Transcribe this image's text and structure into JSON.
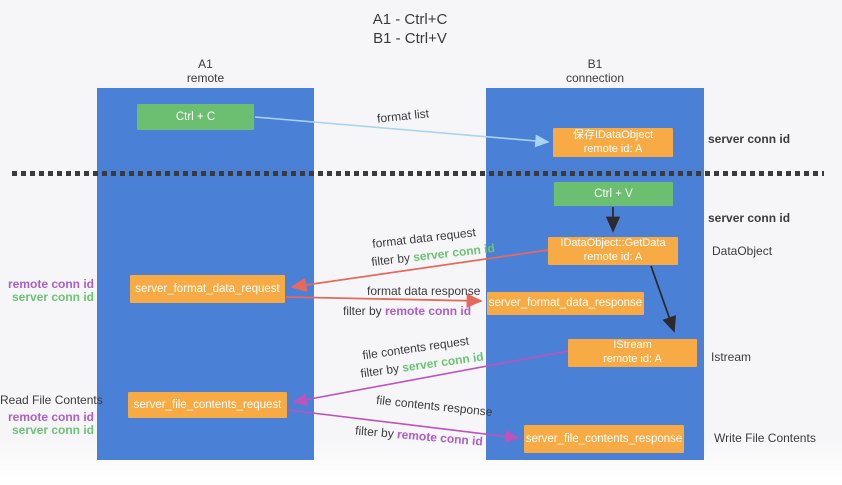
{
  "title": {
    "line1": "A1 - Ctrl+C",
    "line2": "B1 - Ctrl+V"
  },
  "columns": {
    "left": {
      "title": "A1",
      "subtitle": "remote"
    },
    "right": {
      "title": "B1",
      "subtitle": "connection"
    }
  },
  "nodes": {
    "ctrl_c": "Ctrl + C",
    "ctrl_v": "Ctrl + V",
    "save_idataobject": {
      "line1": "保存IDataObject",
      "line2": "remote id: A"
    },
    "getdata": {
      "line1": "IDataObject::GetData",
      "line2": "remote id: A"
    },
    "istream": {
      "line1": "IStream",
      "line2": "remote id: A"
    },
    "format_request": "server_format_data_request",
    "format_response": "server_format_data_response",
    "file_request": "server_file_contents_request",
    "file_response": "server_file_contents_response"
  },
  "arrow_labels": {
    "format_list": "format list",
    "format_data_request": "format data request",
    "filter_server_1": {
      "prefix": "filter by ",
      "highlight": "server conn id"
    },
    "format_data_response": "format data response",
    "filter_remote_1": {
      "prefix": "filter by ",
      "highlight": "remote conn id"
    },
    "file_contents_request": "file contents request",
    "filter_server_2": {
      "prefix": "filter by ",
      "highlight": "server conn id"
    },
    "file_contents_response": "file contents response",
    "filter_remote_2": {
      "prefix": "filter by ",
      "highlight": "remote conn id"
    }
  },
  "side_labels": {
    "left_top": {
      "line1": "remote conn id",
      "line2": "server conn id"
    },
    "read_file": "Read File Contents",
    "left_bottom": {
      "line1": "remote conn id",
      "line2": "server conn id"
    },
    "server_conn_top": "server conn id",
    "server_conn_mid": "server conn id",
    "dataobject": "DataObject",
    "istream": "Istream",
    "write_file": "Write File Contents"
  },
  "colors": {
    "column_blue": "#4b80d7",
    "node_green": "#6cbe70",
    "node_orange": "#f8ab45",
    "arrow_red": "#e5695d",
    "arrow_magenta": "#bd53bb",
    "arrow_lightblue": "#a9d3ef",
    "arrow_black": "#2b2b2b",
    "text_green": "#6cc475",
    "text_purple": "#ad5ec7",
    "text_dark": "#3c3c3c"
  }
}
